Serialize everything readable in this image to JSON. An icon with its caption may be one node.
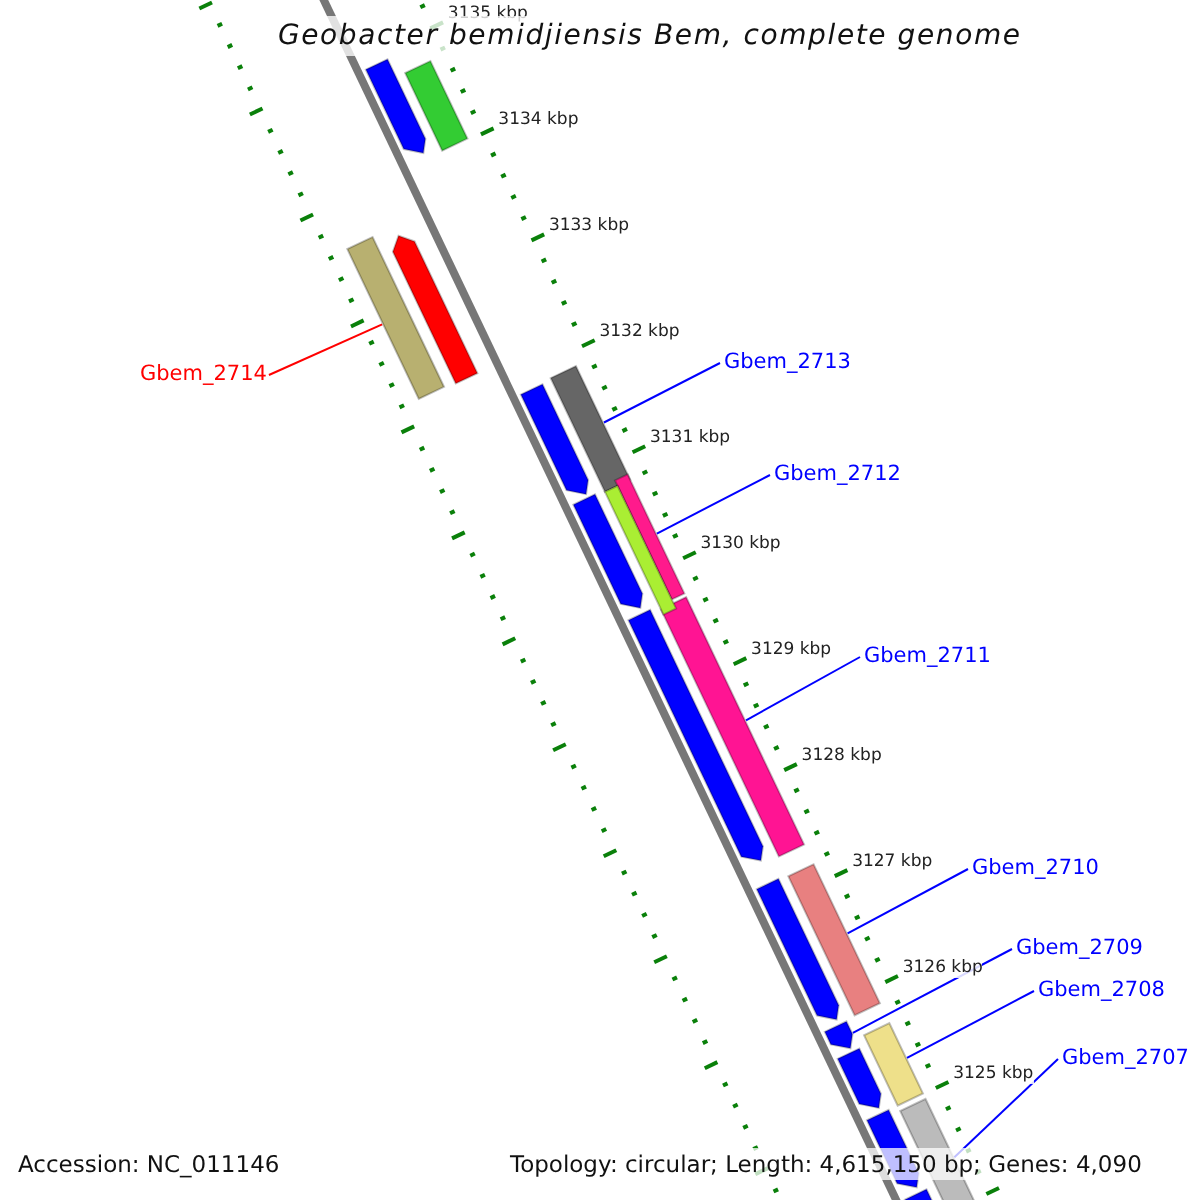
{
  "diagram": {
    "title": "Geobacter bemidjiensis Bem, complete genome",
    "nodes": [
      {
        "text": [
          "Gbem_2714"
        ]
      },
      {
        "text": [],
        "shape": "bar"
      },
      {
        "text": [
          "Gbem_2713"
        ]
      },
      {
        "text": [],
        "shape": "bar"
      },
      {
        "text": [
          "Gbem_2712"
        ]
      },
      {
        "text": [],
        "shape": "bar"
      },
      {
        "text": [
          "Gbem_2711"
        ]
      },
      {
        "text": [],
        "shape": "bar"
      },
      {
        "text": [
          "Gbem_2710"
        ]
      },
      {
        "text": [],
        "shape": "bar"
      },
      {
        "text": [
          "Gbem_2709"
        ]
      },
      {
        "text": [],
        "shape": "bar"
      },
      {
        "text": [
          "Gbem_2708"
        ]
      },
      {
        "text": [],
        "shape": "bar"
      },
      {
        "text": [
          "Gbem_2707"
        ]
      },
      {
        "text": [],
        "shape": "bar"
      },
      {
        "text": [],
        "shape": "bar"
      },
      {
        "text": [],
        "shape": "bar"
      },
      {
        "text": [],
        "shape": "bar"
      },
      {
        "text": [],
        "shape": "bar"
      },
      {
        "text": [],
        "shape": "bar"
      },
      {
        "text": [],
        "shape": "bar"
      },
      {
        "text": [],
        "shape": "bar"
      },
      {
        "text": [],
        "shape": "bar"
      },
      {
        "text": [],
        "shape": "bar"
      },
      {
        "text": [],
        "shape": "bar"
      },
      {
        "text": [],
        "shape": "bar"
      }
    ],
    "edges": [
      {
        "from": 0,
        "to": 1,
        "arrow": "none",
        "color": "#ff0000"
      },
      {
        "from": 2,
        "to": 3,
        "arrow": "none"
      },
      {
        "from": 4,
        "to": 5,
        "arrow": "none"
      },
      {
        "from": 6,
        "to": 7,
        "arrow": "none"
      },
      {
        "from": 8,
        "to": 9,
        "arrow": "none"
      },
      {
        "from": 10,
        "to": 11,
        "arrow": "none"
      },
      {
        "from": 12,
        "to": 13,
        "arrow": "none"
      },
      {
        "from": 14,
        "to": 15,
        "arrow": "none"
      }
    ],
    "labels": [
      "3135 kbp",
      "3134 kbp",
      "3133 kbp",
      "3132 kbp",
      "3131 kbp",
      "3130 kbp",
      "3129 kbp",
      "3128 kbp",
      "3127 kbp",
      "3126 kbp",
      "3125 kbp",
      "Accession: NC_011146",
      "Topology: circular; Length: 4,615,150 bp; Genes: 4,090"
    ]
  }
}
